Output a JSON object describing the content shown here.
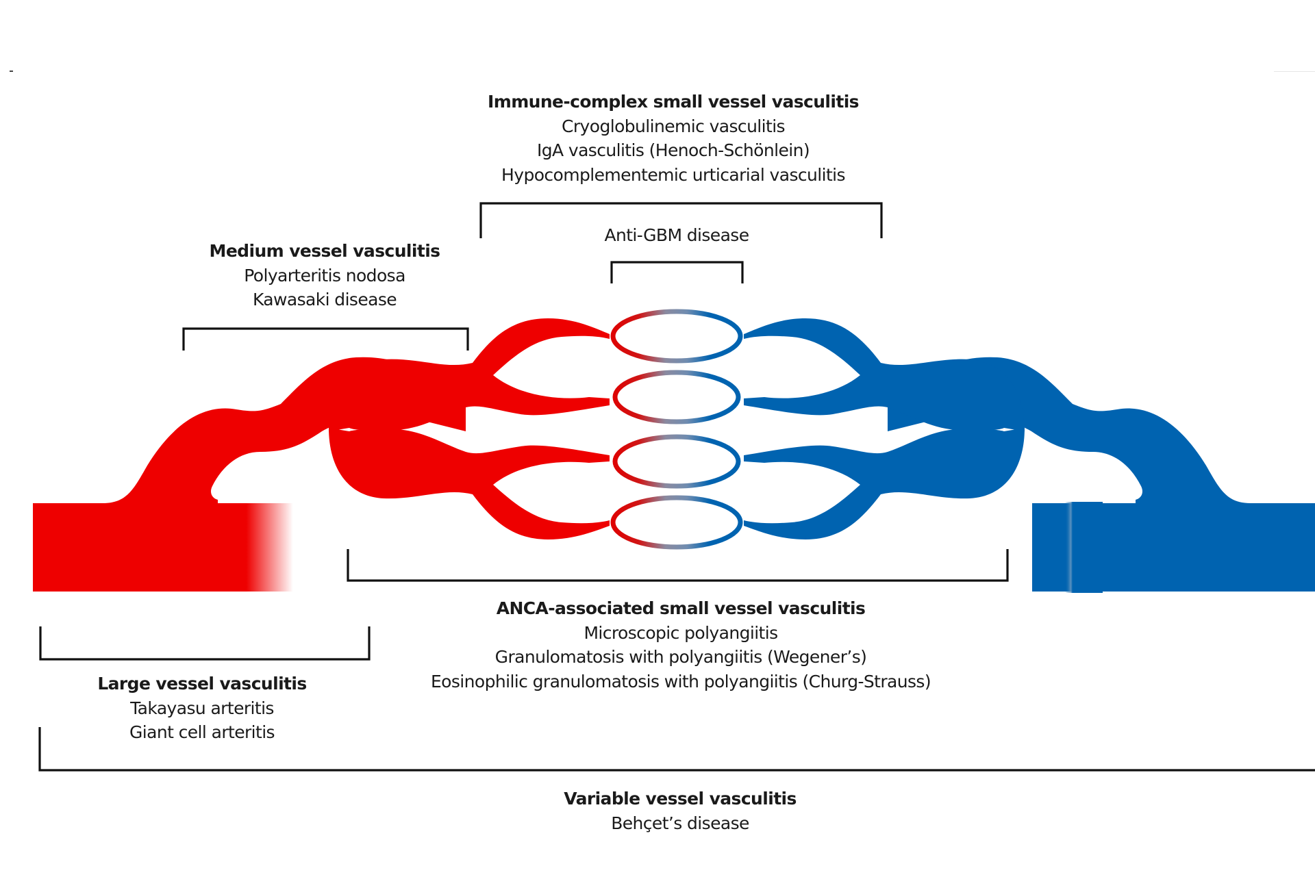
{
  "colors": {
    "arterial": "#ee0000",
    "venous": "#0063b0",
    "capillary_mid": "#8a8aa0",
    "bracket": "#111111",
    "text": "#1a1a1a",
    "background": "#ffffff"
  },
  "groups": {
    "immune_complex": {
      "title": "Immune-complex small vessel vasculitis",
      "items": [
        "Cryoglobulinemic vasculitis",
        "IgA vasculitis (Henoch-Schönlein)",
        "Hypocomplementemic urticarial vasculitis"
      ]
    },
    "anti_gbm": {
      "title": "Anti-GBM disease"
    },
    "medium": {
      "title": "Medium vessel vasculitis",
      "items": [
        "Polyarteritis nodosa",
        "Kawasaki disease"
      ]
    },
    "anca": {
      "title": "ANCA-associated small vessel vasculitis",
      "items": [
        "Microscopic polyangiitis",
        "Granulomatosis with polyangiitis (Wegener’s)",
        "Eosinophilic granulomatosis with polyangiitis (Churg-Strauss)"
      ]
    },
    "large": {
      "title": "Large vessel vasculitis",
      "items": [
        "Takayasu arteritis",
        "Giant cell arteritis"
      ]
    },
    "variable": {
      "title": "Variable vessel vasculitis",
      "items": [
        "Behçet’s disease"
      ]
    }
  }
}
